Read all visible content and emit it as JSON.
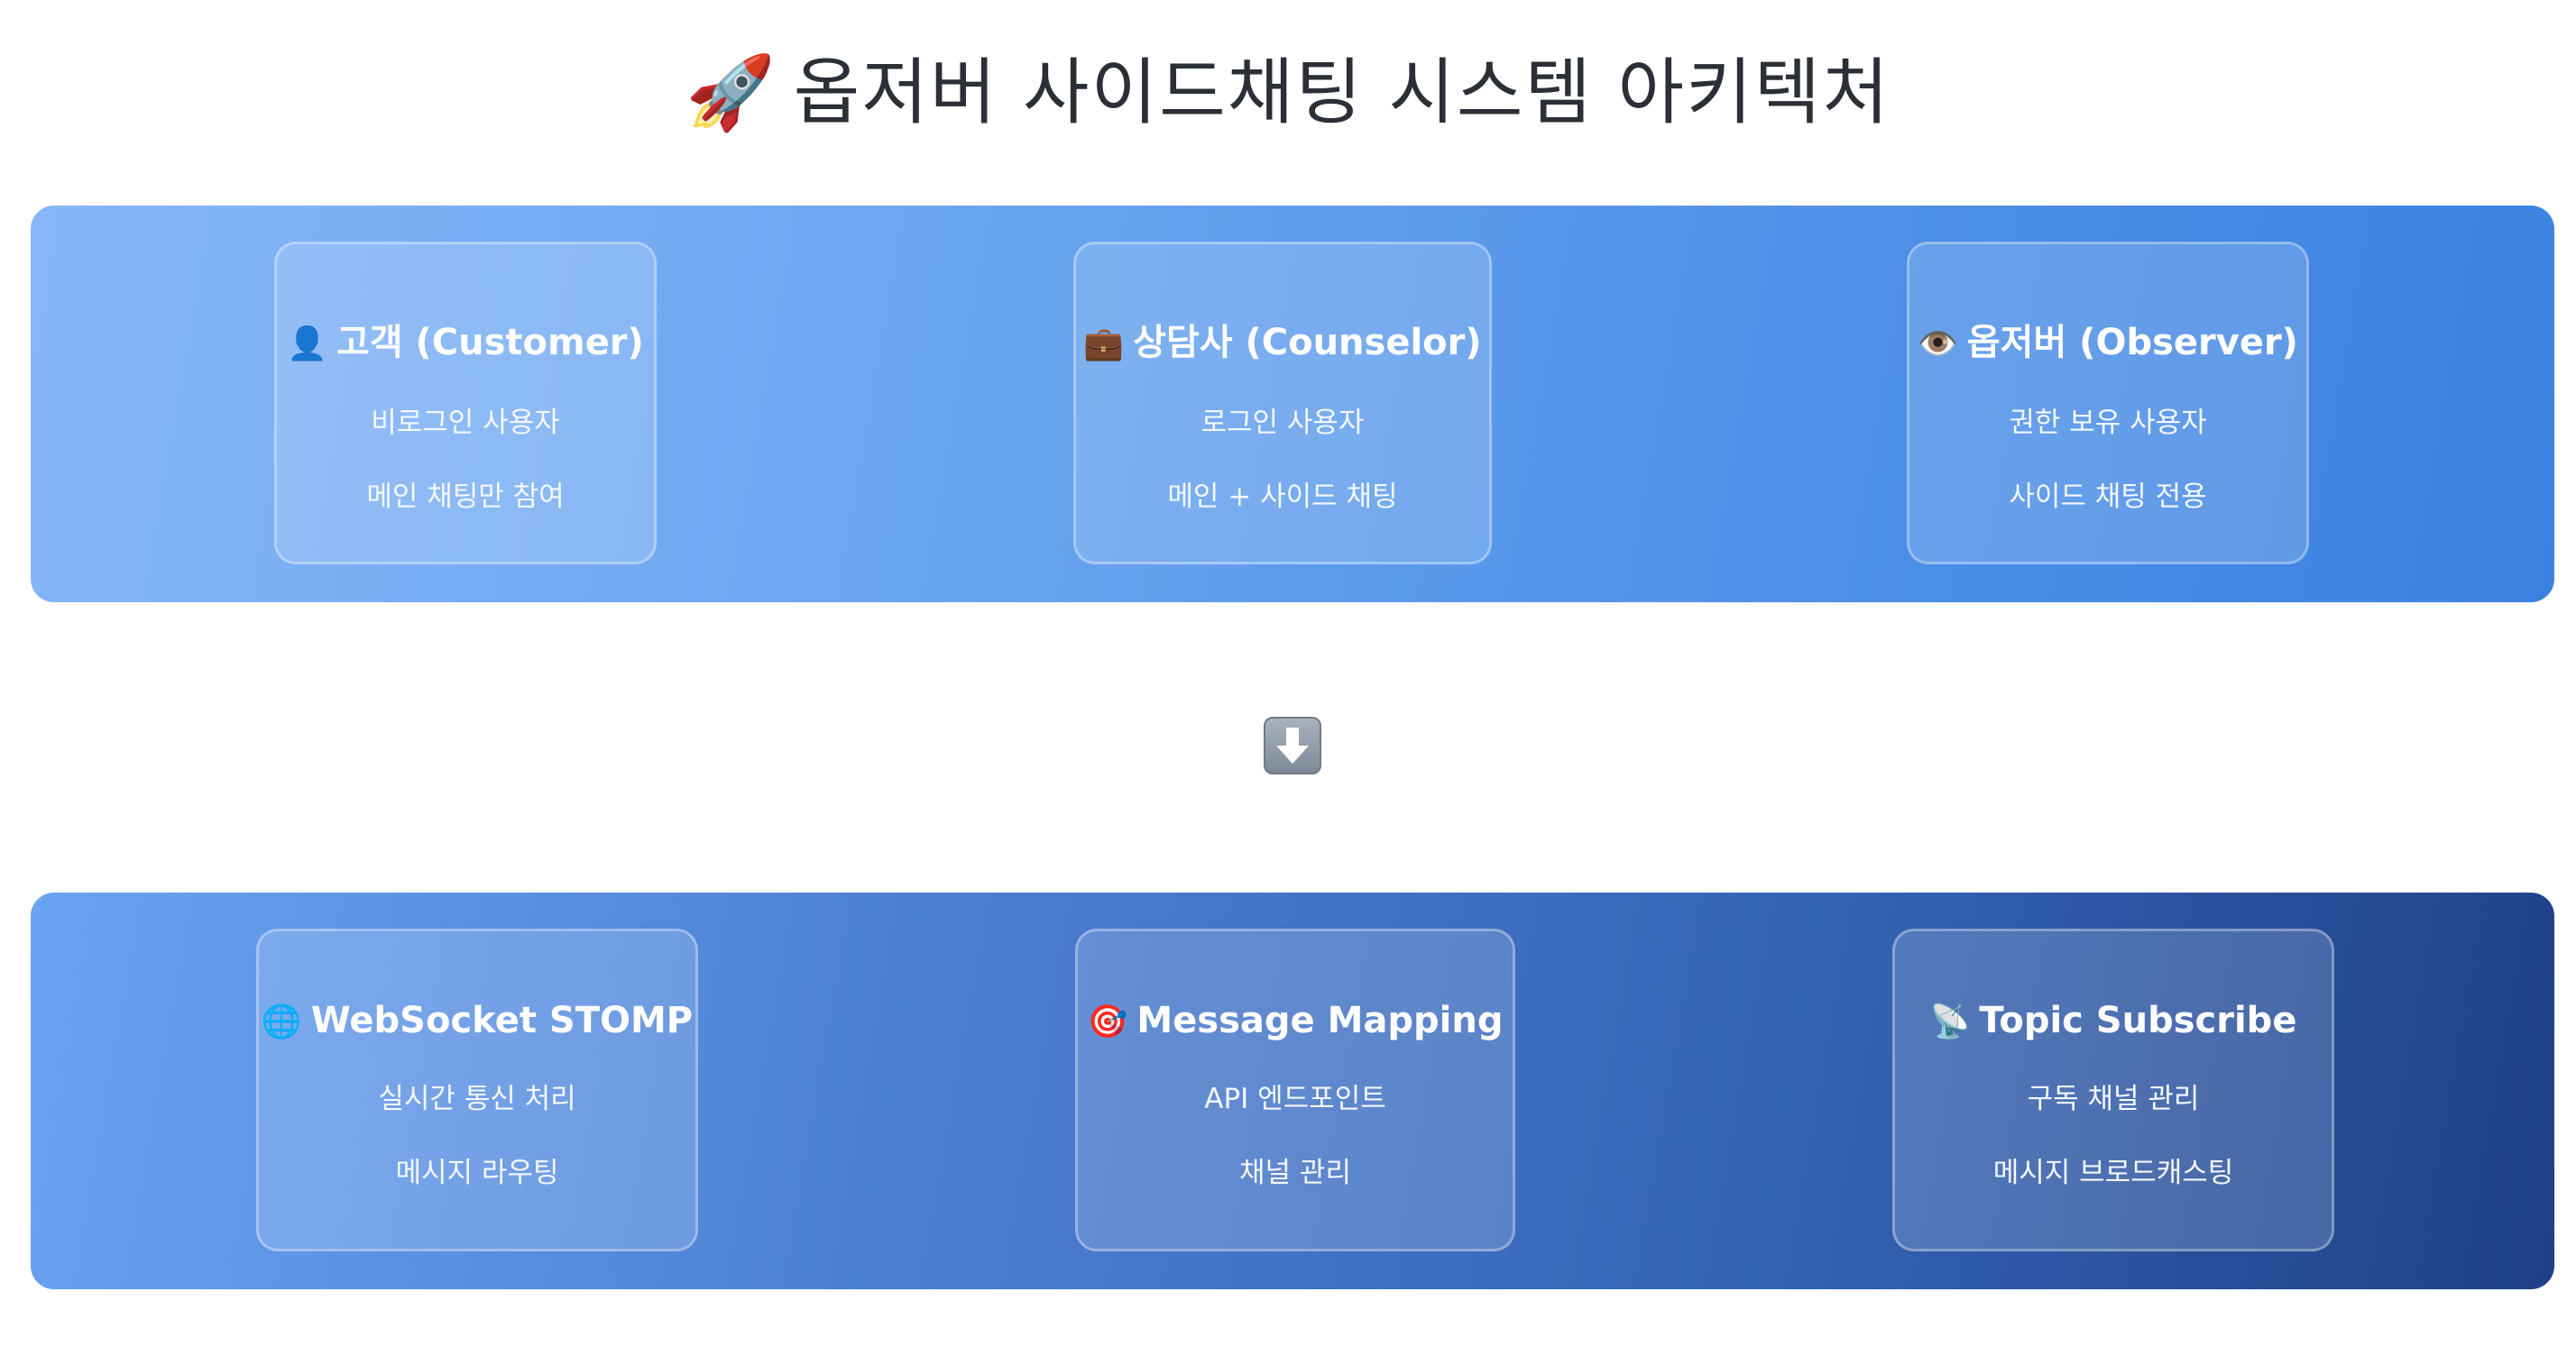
{
  "title": {
    "emoji": "🚀",
    "text": "옵저버 사이드채팅 시스템 아키텍처"
  },
  "top_band": {
    "cards": [
      {
        "icon": "👤",
        "title": "고객 (Customer)",
        "lines": [
          "비로그인 사용자",
          "메인 채팅만 참여"
        ]
      },
      {
        "icon": "💼",
        "title": "상담사 (Counselor)",
        "lines": [
          "로그인 사용자",
          "메인 + 사이드 채팅"
        ]
      },
      {
        "icon": "👁️",
        "title": "옵저버 (Observer)",
        "lines": [
          "권한 보유 사용자",
          "사이드 채팅 전용"
        ]
      }
    ]
  },
  "flow_arrow": {
    "icon": "down-arrow-icon"
  },
  "bottom_band": {
    "cards": [
      {
        "icon": "🌐",
        "title": "WebSocket STOMP",
        "lines": [
          "실시간 통신 처리",
          "메시지 라우팅"
        ]
      },
      {
        "icon": "🎯",
        "title": "Message Mapping",
        "lines": [
          "API 엔드포인트",
          "채널 관리"
        ]
      },
      {
        "icon": "📡",
        "title": "Topic Subscribe",
        "lines": [
          "구독 채널 관리",
          "메시지 브로드캐스팅"
        ]
      }
    ]
  }
}
